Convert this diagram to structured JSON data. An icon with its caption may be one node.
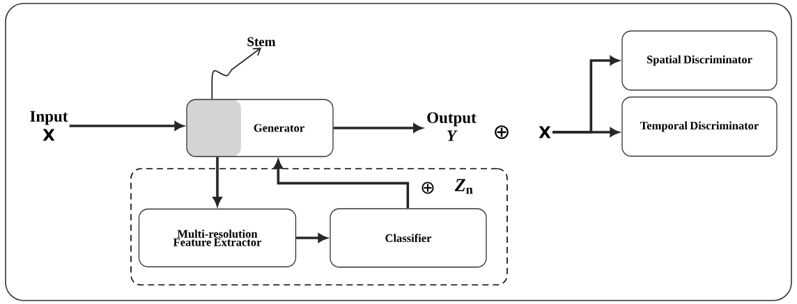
{
  "diagram": {
    "nodes": [
      {
        "text": [
          "Input",
          "X"
        ]
      },
      {
        "text": [
          "Generator"
        ]
      },
      {
        "text": [
          "Stem"
        ]
      },
      {
        "text": [
          "Output",
          "Y"
        ]
      },
      {
        "text": [
          "X"
        ]
      },
      {
        "text": [
          "Spatial Discriminator"
        ]
      },
      {
        "text": [
          "Temporal Discriminator"
        ]
      },
      {
        "text": [],
        "shape": "box"
      },
      {
        "text": [
          "Multi-resolution Feature Extractor"
        ],
        "in": 7
      },
      {
        "text": [
          "Classifier"
        ],
        "in": 7
      }
    ],
    "edges": [
      {
        "from": 0,
        "to": 1,
        "arrow": "to"
      },
      {
        "from": 1,
        "to": 2,
        "arrow": "to"
      },
      {
        "from": 1,
        "to": 3,
        "arrow": "to"
      },
      {
        "from": 4,
        "to": 5,
        "arrow": "to"
      },
      {
        "from": 4,
        "to": 6,
        "arrow": "to"
      },
      {
        "from": 1,
        "to": 8,
        "arrow": "to"
      },
      {
        "from": 9,
        "to": 1,
        "arrow": "to"
      },
      {
        "from": 8,
        "to": 9,
        "arrow": "to"
      }
    ],
    "labels": [
      "⊕",
      "⊕",
      "*Z*$_{n}$"
    ]
  }
}
